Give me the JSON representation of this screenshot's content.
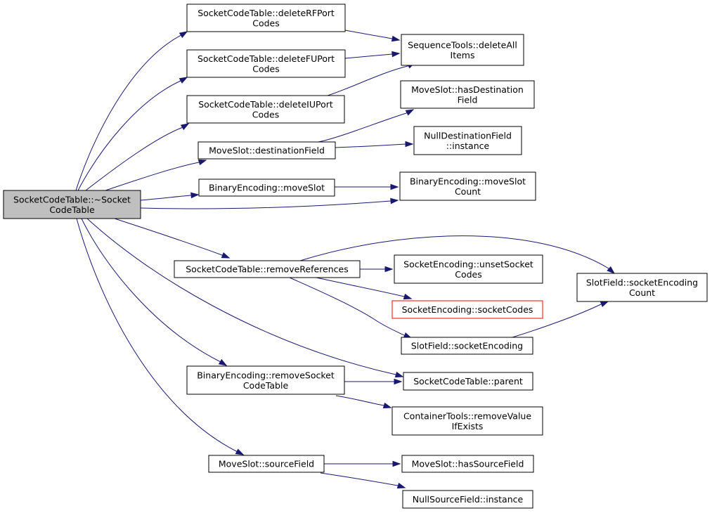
{
  "diagram": {
    "nodes": [
      {
        "id": "root",
        "lines": [
          "SocketCodeTable::~Socket",
          "CodeTable"
        ],
        "style": "root"
      },
      {
        "id": "deleteRF",
        "lines": [
          "SocketCodeTable::deleteRFPort",
          "Codes"
        ]
      },
      {
        "id": "deleteFU",
        "lines": [
          "SocketCodeTable::deleteFUPort",
          "Codes"
        ]
      },
      {
        "id": "deleteIU",
        "lines": [
          "SocketCodeTable::deleteIUPort",
          "Codes"
        ]
      },
      {
        "id": "deleteAll",
        "lines": [
          "SequenceTools::deleteAll",
          "Items"
        ]
      },
      {
        "id": "hasDest",
        "lines": [
          "MoveSlot::hasDestination",
          "Field"
        ]
      },
      {
        "id": "destField",
        "lines": [
          "MoveSlot::destinationField"
        ]
      },
      {
        "id": "nullDest",
        "lines": [
          "NullDestinationField",
          "::instance"
        ]
      },
      {
        "id": "moveSlot",
        "lines": [
          "BinaryEncoding::moveSlot"
        ]
      },
      {
        "id": "moveSlotCount",
        "lines": [
          "BinaryEncoding::moveSlot",
          "Count"
        ]
      },
      {
        "id": "removeRefs",
        "lines": [
          "SocketCodeTable::removeReferences"
        ]
      },
      {
        "id": "unsetSocket",
        "lines": [
          "SocketEncoding::unsetSocket",
          "Codes"
        ]
      },
      {
        "id": "socketCodes",
        "lines": [
          "SocketEncoding::socketCodes"
        ],
        "style": "red"
      },
      {
        "id": "slotSEC",
        "lines": [
          "SlotField::socketEncoding",
          "Count"
        ]
      },
      {
        "id": "slotSE",
        "lines": [
          "SlotField::socketEncoding"
        ]
      },
      {
        "id": "removeSCT",
        "lines": [
          "BinaryEncoding::removeSocket",
          "CodeTable"
        ]
      },
      {
        "id": "parent",
        "lines": [
          "SocketCodeTable::parent"
        ]
      },
      {
        "id": "removeValue",
        "lines": [
          "ContainerTools::removeValue",
          "IfExists"
        ]
      },
      {
        "id": "sourceField",
        "lines": [
          "MoveSlot::sourceField"
        ]
      },
      {
        "id": "hasSource",
        "lines": [
          "MoveSlot::hasSourceField"
        ]
      },
      {
        "id": "nullSource",
        "lines": [
          "NullSourceField::instance"
        ]
      }
    ],
    "edges": [
      [
        "root",
        "deleteRF"
      ],
      [
        "root",
        "deleteFU"
      ],
      [
        "root",
        "deleteIU"
      ],
      [
        "root",
        "destField"
      ],
      [
        "root",
        "moveSlot"
      ],
      [
        "root",
        "moveSlotCount"
      ],
      [
        "root",
        "removeRefs"
      ],
      [
        "root",
        "parent"
      ],
      [
        "root",
        "removeSCT"
      ],
      [
        "root",
        "sourceField"
      ],
      [
        "deleteRF",
        "deleteAll"
      ],
      [
        "deleteFU",
        "deleteAll"
      ],
      [
        "deleteIU",
        "deleteAll"
      ],
      [
        "destField",
        "hasDest"
      ],
      [
        "destField",
        "nullDest"
      ],
      [
        "moveSlot",
        "moveSlotCount"
      ],
      [
        "removeRefs",
        "slotSEC"
      ],
      [
        "removeRefs",
        "unsetSocket"
      ],
      [
        "removeRefs",
        "socketCodes"
      ],
      [
        "removeRefs",
        "slotSE"
      ],
      [
        "slotSE",
        "slotSEC"
      ],
      [
        "removeSCT",
        "parent"
      ],
      [
        "removeSCT",
        "removeValue"
      ],
      [
        "sourceField",
        "hasSource"
      ],
      [
        "sourceField",
        "nullSource"
      ]
    ]
  }
}
